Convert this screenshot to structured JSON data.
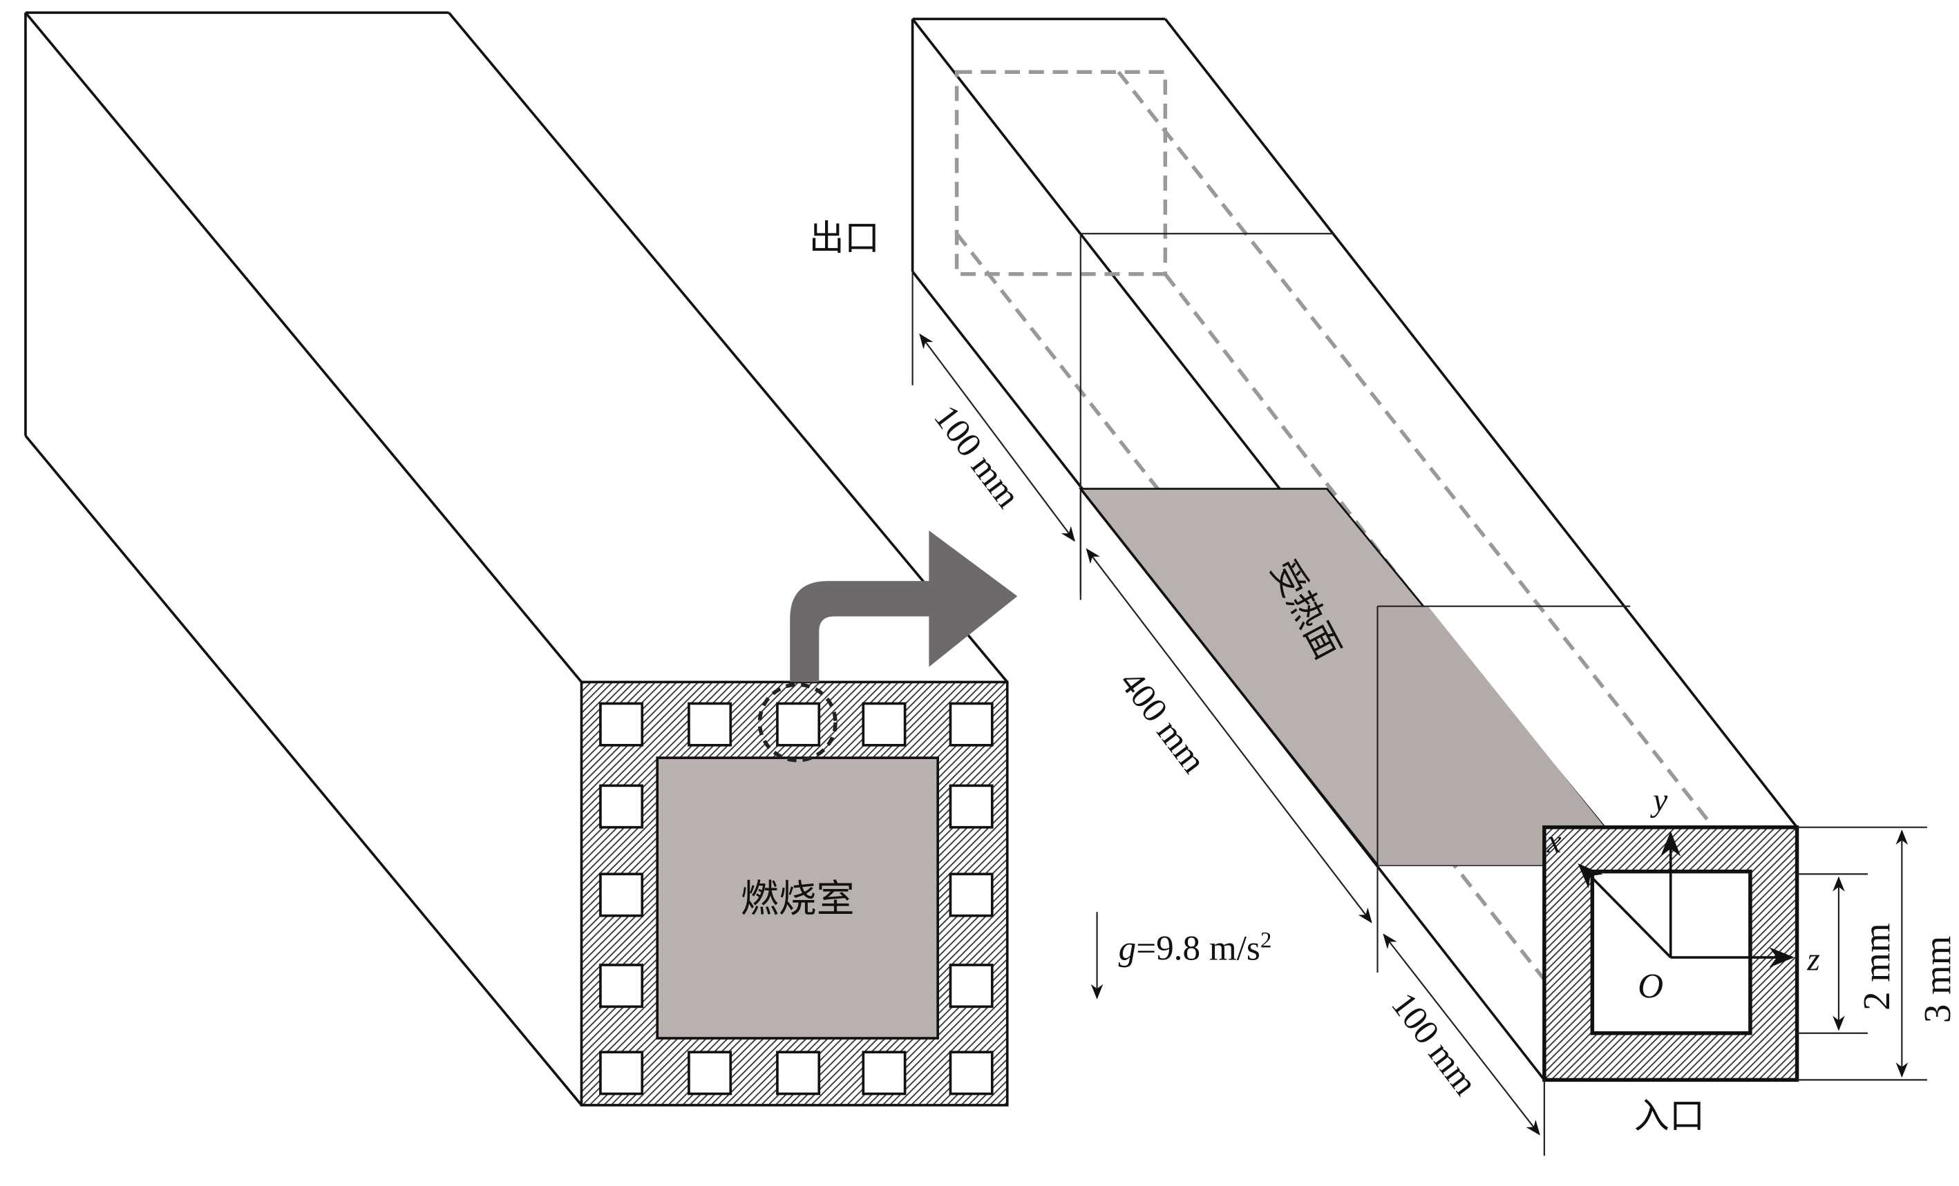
{
  "labels": {
    "outlet": "出口",
    "inlet": "入口",
    "heated_surface": "受热面",
    "combustion_chamber": "燃烧室",
    "dim_upstream": "100 mm",
    "dim_heated": "400 mm",
    "dim_downstream": "100 mm",
    "dim_inner": "2 mm",
    "dim_outer": "3 mm",
    "gravity_symbol": "g",
    "gravity_value": "=9.8 m/s",
    "gravity_exp": "2",
    "axis_x": "x",
    "axis_y": "y",
    "axis_z": "z",
    "origin": "O"
  },
  "colors": {
    "fill_gray": "#b9b1ae",
    "arrow_gray": "#6e6a6a",
    "dashed": "#999999"
  }
}
